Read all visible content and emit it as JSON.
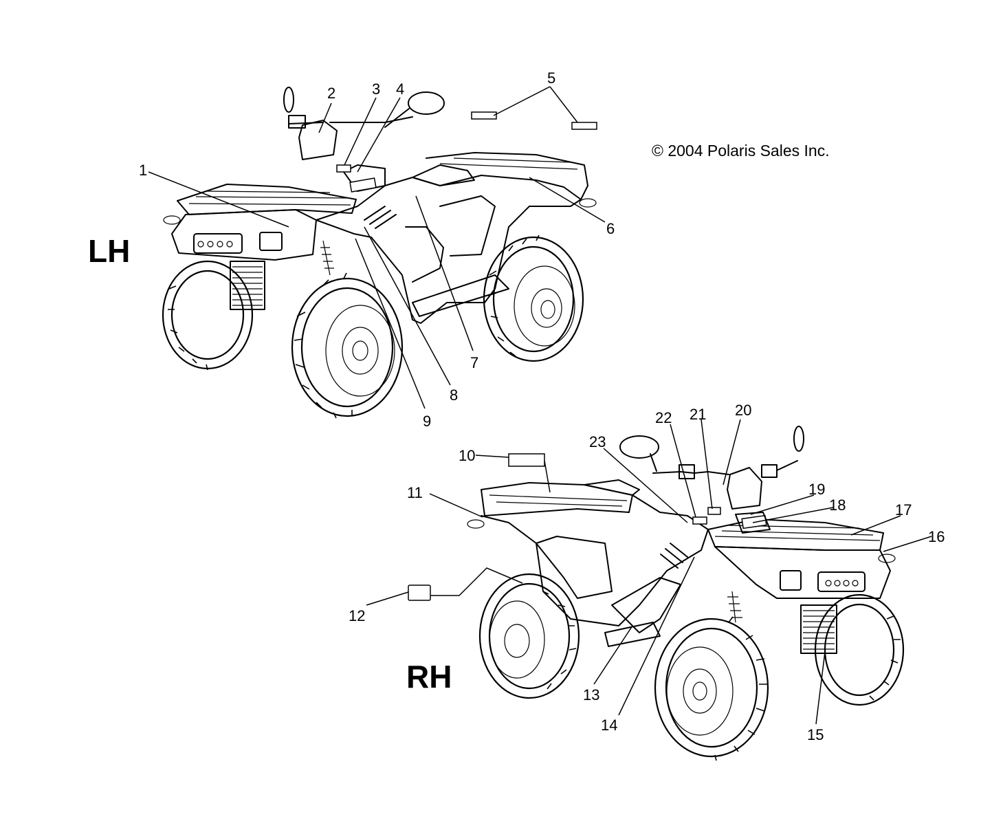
{
  "copyright": "© 2004 Polaris Sales Inc.",
  "views": {
    "left": {
      "label": "LH"
    },
    "right": {
      "label": "RH"
    }
  },
  "callouts": {
    "c1": "1",
    "c2": "2",
    "c3": "3",
    "c4": "4",
    "c5": "5",
    "c6": "6",
    "c7": "7",
    "c8": "8",
    "c9": "9",
    "c10": "10",
    "c11": "11",
    "c12": "12",
    "c13": "13",
    "c14": "14",
    "c15": "15",
    "c16": "16",
    "c17": "17",
    "c18": "18",
    "c19": "19",
    "c20": "20",
    "c21": "21",
    "c22": "22",
    "c23": "23"
  }
}
